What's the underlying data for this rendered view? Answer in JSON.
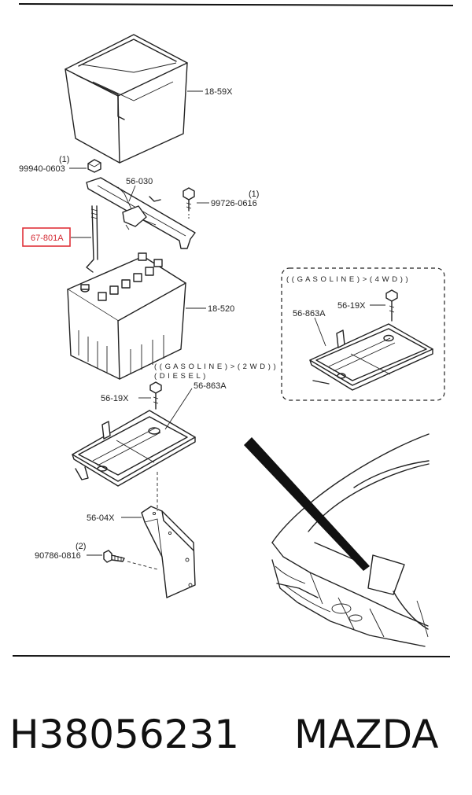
{
  "callouts": {
    "cover": "18-59X",
    "nut_qty": "(1)",
    "nut": "99940-0603",
    "clamp": "56-030",
    "bolt_qty": "(1)",
    "bolt": "99726-0616",
    "rod": "67-801A",
    "battery": "18-520",
    "inset_condition": "( ( G A S O L I N E ) > ( 4 W D ) )",
    "inset_bolt": "56-19X",
    "inset_tray": "56-863A",
    "cond_line1": "( ( G A S O L I N E ) > ( 2 W D ) )",
    "cond_line2": "( D I E S E L )",
    "tray_bolt": "56-19X",
    "tray": "56-863A",
    "bracket": "56-04X",
    "screw_qty": "(2)",
    "screw": "90786-0816"
  },
  "highlight": {
    "part": "67-801A",
    "color": "#e0323a"
  },
  "caption": {
    "part_number": "H38056231",
    "brand": "MAZDA"
  }
}
